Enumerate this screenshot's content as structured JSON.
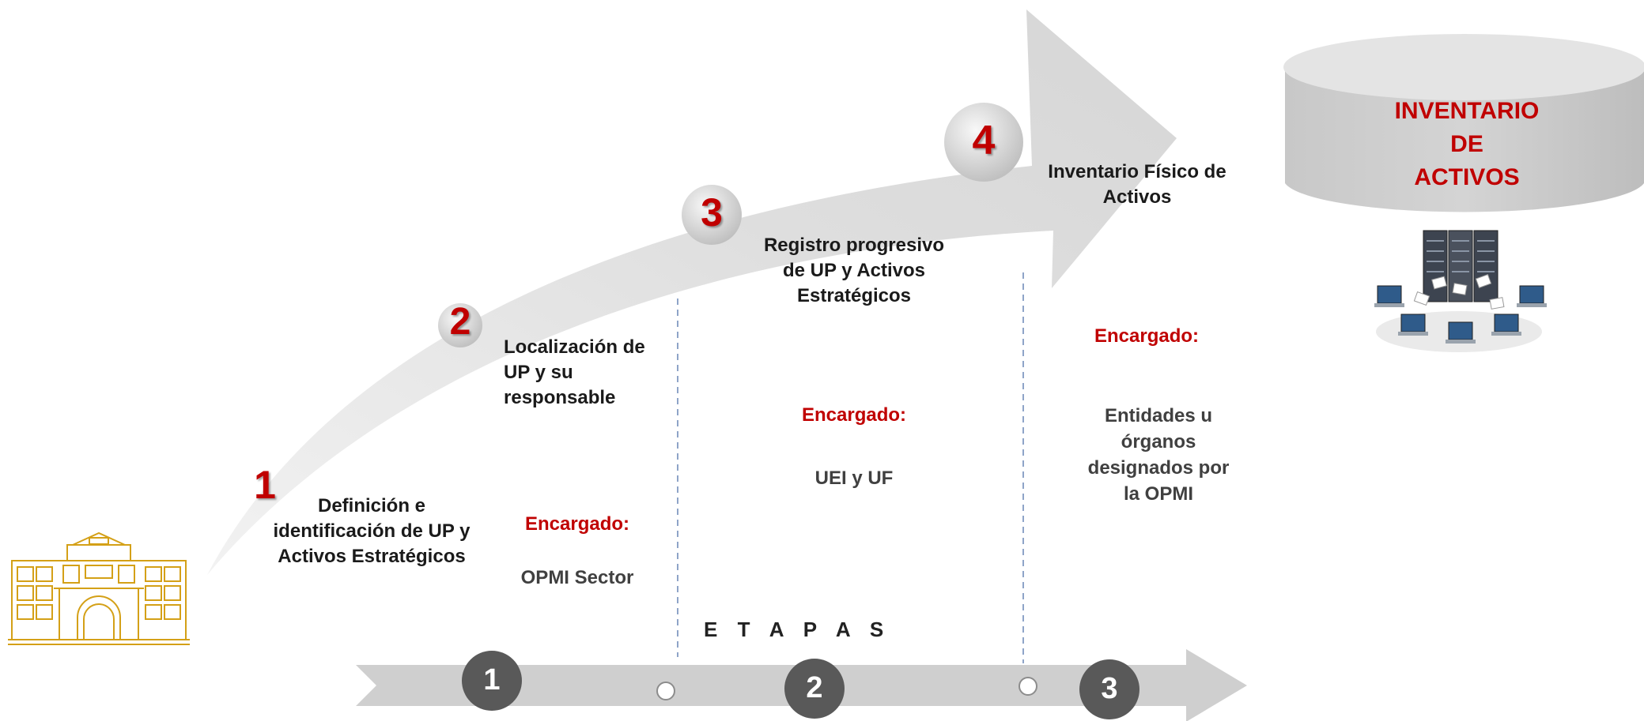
{
  "steps": [
    {
      "number": "1",
      "title": "Definición e identificación de UP y Activos Estratégicos"
    },
    {
      "number": "2",
      "title": "Localización de UP y su responsable"
    },
    {
      "number": "3",
      "title": "Registro progresivo de UP y Activos Estratégicos"
    },
    {
      "number": "4",
      "title": "Inventario Físico de Activos"
    }
  ],
  "responsables": [
    {
      "label": "Encargado:",
      "value": "OPMI Sector"
    },
    {
      "label": "Encargado:",
      "value": "UEI y UF"
    },
    {
      "label": "Encargado:",
      "value": "Entidades u órganos designados por la OPMI"
    }
  ],
  "stages": {
    "label": "E T A P A S",
    "numbers": [
      "1",
      "2",
      "3"
    ]
  },
  "database": {
    "line1": "INVENTARIO",
    "line2": "DE",
    "line3": "ACTIVOS"
  },
  "icons": [
    "building-icon",
    "database-cylinder-icon",
    "server-network-icon"
  ],
  "colors": {
    "accent_red": "#c00000",
    "arrow_gray": "#d9d9d9",
    "stage_circle": "#595959",
    "building_gold": "#d4a017"
  }
}
